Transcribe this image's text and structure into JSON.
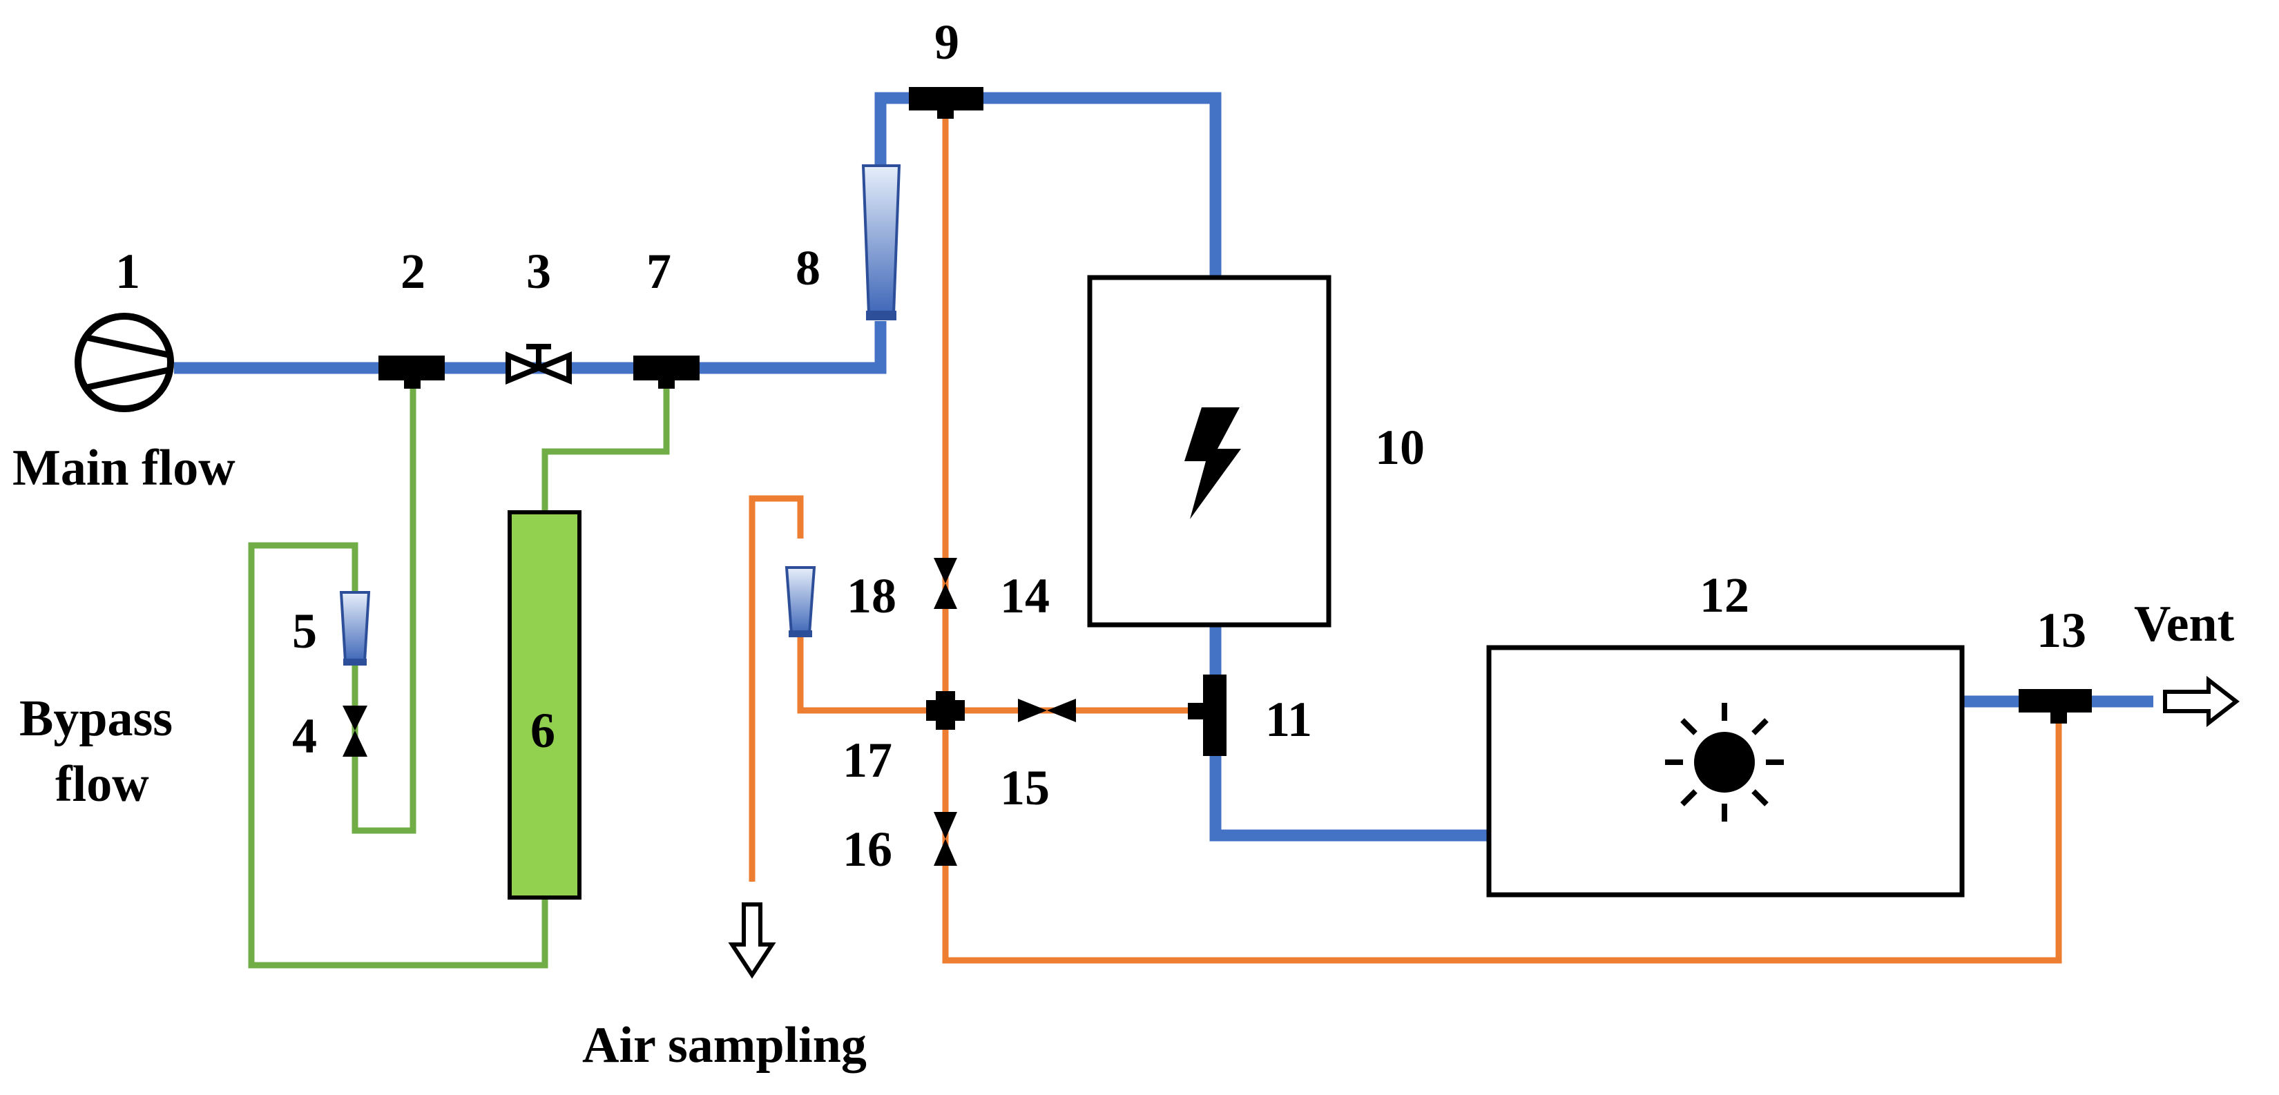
{
  "colors": {
    "main_line": "#4472C4",
    "bypass_line": "#70AD47",
    "sampling_line": "#ED7D31",
    "filter_fill": "#92D050",
    "fitting": "#000000",
    "background": "#ffffff"
  },
  "labels": {
    "main_flow": "Main flow",
    "bypass_flow_line1": "Bypass",
    "bypass_flow_line2": "flow",
    "air_sampling": "Air sampling",
    "vent": "Vent"
  },
  "components": [
    {
      "id": "1",
      "icon": "pump-icon"
    },
    {
      "id": "2",
      "icon": "tee-fitting-icon"
    },
    {
      "id": "3",
      "icon": "needle-valve-icon"
    },
    {
      "id": "4",
      "icon": "valve-icon"
    },
    {
      "id": "5",
      "icon": "flowmeter-icon"
    },
    {
      "id": "6",
      "icon": "filter-column-icon"
    },
    {
      "id": "7",
      "icon": "tee-fitting-icon"
    },
    {
      "id": "8",
      "icon": "flowmeter-icon"
    },
    {
      "id": "9",
      "icon": "tee-fitting-icon"
    },
    {
      "id": "10",
      "icon": "electric-chamber-icon"
    },
    {
      "id": "11",
      "icon": "tee-fitting-icon"
    },
    {
      "id": "12",
      "icon": "light-chamber-icon"
    },
    {
      "id": "13",
      "icon": "tee-fitting-icon"
    },
    {
      "id": "14",
      "icon": "valve-icon"
    },
    {
      "id": "15",
      "icon": "valve-icon"
    },
    {
      "id": "16",
      "icon": "valve-icon"
    },
    {
      "id": "17",
      "icon": "cross-fitting-icon"
    },
    {
      "id": "18",
      "icon": "flowmeter-icon"
    }
  ]
}
